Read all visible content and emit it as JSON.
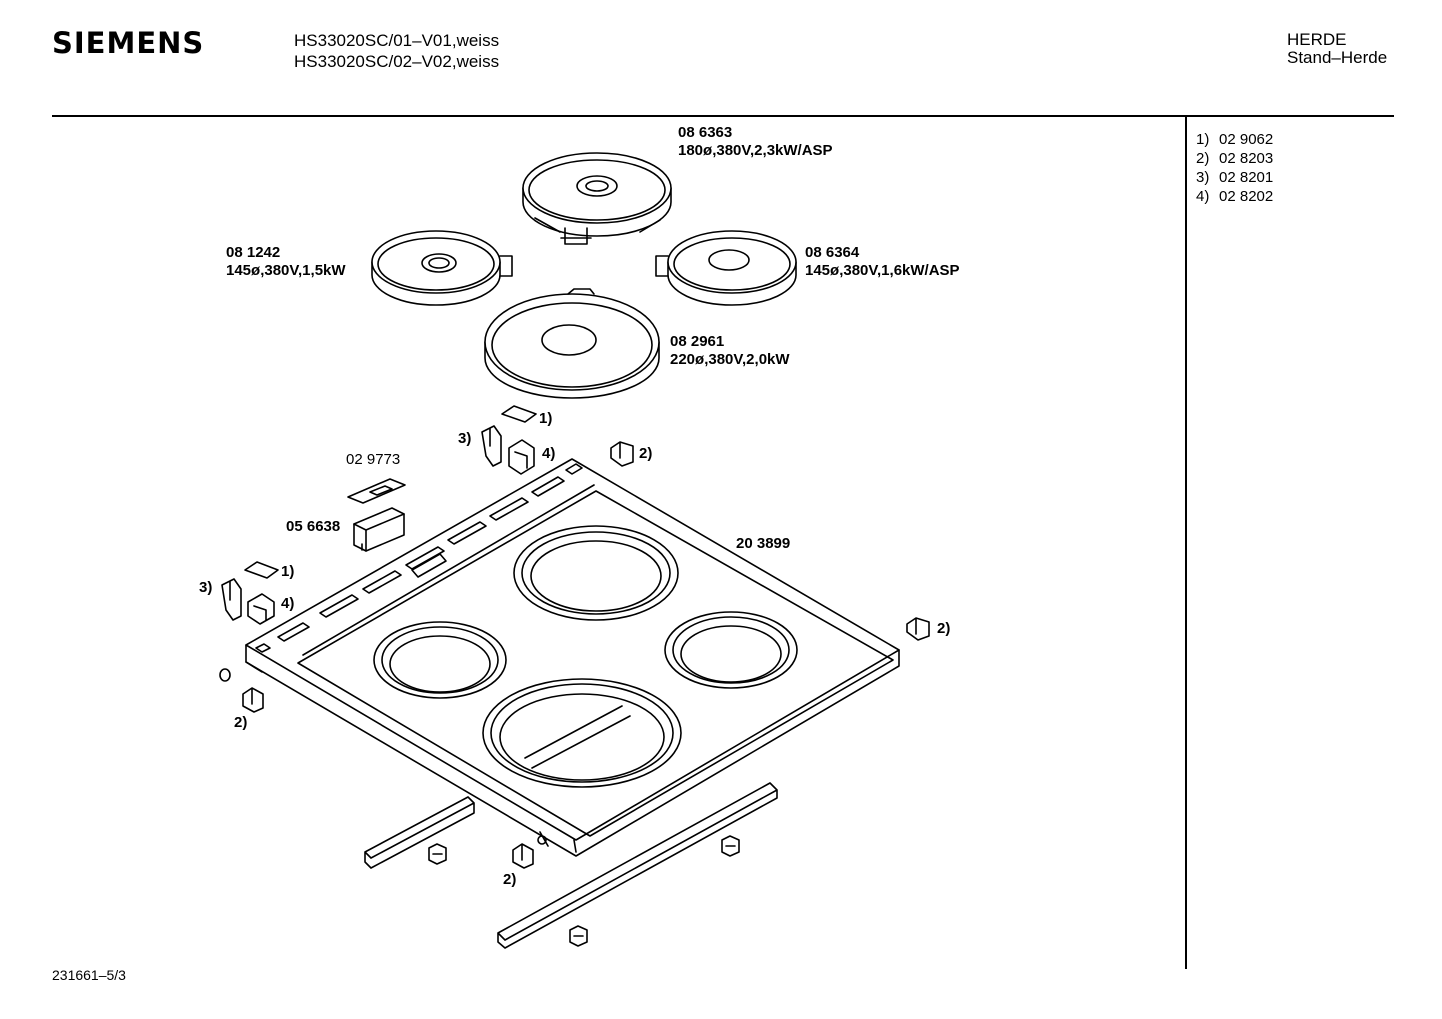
{
  "header": {
    "brand": "SIEMENS",
    "model_line_1": "HS33020SC/01–V01,weiss",
    "model_line_2": "HS33020SC/02–V02,weiss",
    "category_1": "HERDE",
    "category_2": "Stand–Herde"
  },
  "legend": [
    {
      "num": "1)",
      "code": "02 9062"
    },
    {
      "num": "2)",
      "code": "02 8203"
    },
    {
      "num": "3)",
      "code": "02 8201"
    },
    {
      "num": "4)",
      "code": "02 8202"
    }
  ],
  "parts": {
    "hotplate_rear": {
      "code": "08 6363",
      "spec": "180ø,380V,2,3kW/ASP"
    },
    "hotplate_left": {
      "code": "08 1242",
      "spec": "145ø,380V,1,5kW"
    },
    "hotplate_right": {
      "code": "08 6364",
      "spec": "145ø,380V,1,6kW/ASP"
    },
    "hotplate_front": {
      "code": "08 2961",
      "spec": "220ø,380V,2,0kW"
    },
    "indicator_cover": "02 9773",
    "indicator_frame": "05 6638",
    "hob_top": "20 3899"
  },
  "callouts": {
    "c1": "1)",
    "c2": "2)",
    "c3": "3)",
    "c4": "4)"
  },
  "footer": "231661–5/3"
}
